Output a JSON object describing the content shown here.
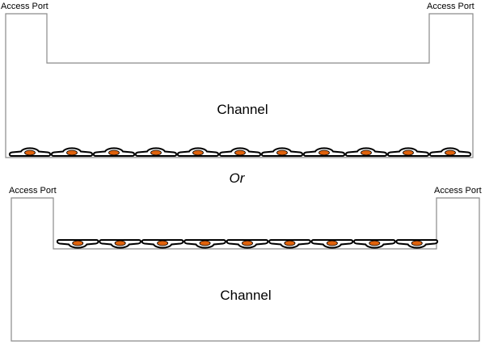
{
  "top": {
    "port_left": "Access Port",
    "port_right": "Access Port",
    "channel": "Channel",
    "cell_count": 11,
    "cell_orientation": "floor"
  },
  "separator": "Or",
  "bottom": {
    "port_left": "Access Port",
    "port_right": "Access Port",
    "channel": "Channel",
    "cell_count": 9,
    "cell_orientation": "ceiling"
  },
  "colors": {
    "outline": "#8a8a8a",
    "cell_stroke": "#000000",
    "nucleus": "#e0620c"
  }
}
